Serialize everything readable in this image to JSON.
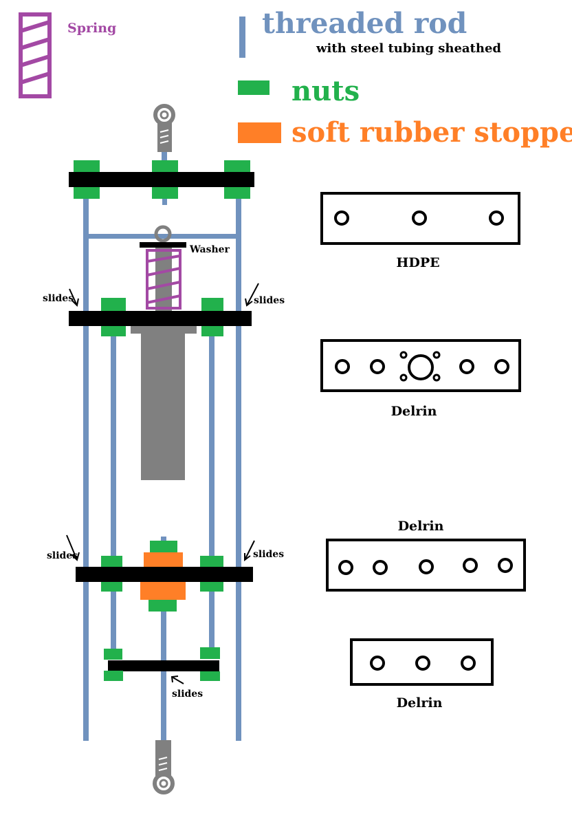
{
  "legend": {
    "spring_label": "Spring",
    "rod_label": "threaded rod",
    "rod_sub_label": "with steel tubing sheathed",
    "nuts_label": "nuts",
    "stopper_label": "soft rubber stopper"
  },
  "annotations": {
    "washer": "Washer",
    "slides_upper_left": "slides",
    "slides_upper_right": "slides",
    "slides_lower_left": "slides",
    "slides_lower_right": "slides",
    "slides_bottom": "slides"
  },
  "plates": [
    {
      "id": "plate-1",
      "material": "HDPE",
      "holes": 3
    },
    {
      "id": "plate-2",
      "material": "Delrin",
      "holes": 4,
      "center_bore": true,
      "mount_holes": 4
    },
    {
      "id": "plate-3",
      "material": "Delrin",
      "holes": 5
    },
    {
      "id": "plate-4",
      "material": "Delrin",
      "holes": 3
    }
  ],
  "colors": {
    "rod": "#7092be",
    "nut": "#22b14c",
    "stopper": "#ff7f27",
    "spring": "#a349a4",
    "plate": "#000000",
    "body": "#808080",
    "rod_label_text": "#7092be",
    "nuts_label_text": "#22b14c",
    "stopper_label_text": "#ff7f27",
    "spring_label_text": "#a349a4"
  }
}
